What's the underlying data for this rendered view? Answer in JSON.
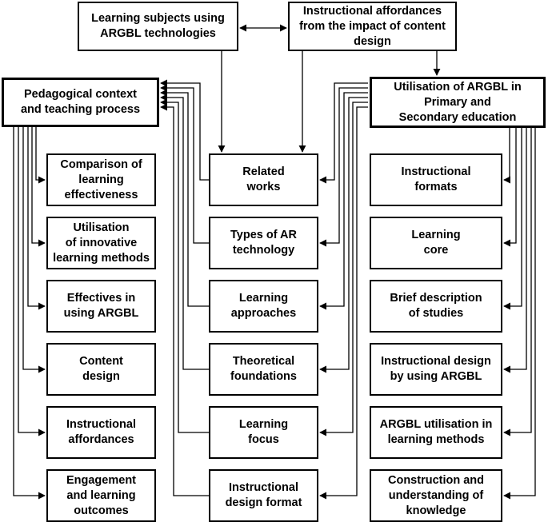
{
  "top": {
    "subjects": "Learning subjects using\nARGBL technologies",
    "affordances": "Instructional affordances\nfrom the impact of content\ndesign"
  },
  "left_header": "Pedagogical context\nand teaching process",
  "right_header": "Utilisation of ARGBL in\nPrimary and\nSecondary education",
  "left_items": [
    "Comparison of\nlearning\neffectiveness",
    "Utilisation\nof innovative\nlearning methods",
    "Effectives in\nusing ARGBL",
    "Content\ndesign",
    "Instructional\naffordances",
    "Engagement\nand learning\noutcomes"
  ],
  "middle_items": [
    "Related\nworks",
    "Types of AR\ntechnology",
    "Learning\napproaches",
    "Theoretical\nfoundations",
    "Learning\nfocus",
    "Instructional\ndesign format"
  ],
  "right_items": [
    "Instructional\nformats",
    "Learning\ncore",
    "Brief description\nof studies",
    "Instructional design\nby using ARGBL",
    "ARGBL utilisation in\nlearning methods",
    "Construction and\nunderstanding of\nknowledge"
  ]
}
